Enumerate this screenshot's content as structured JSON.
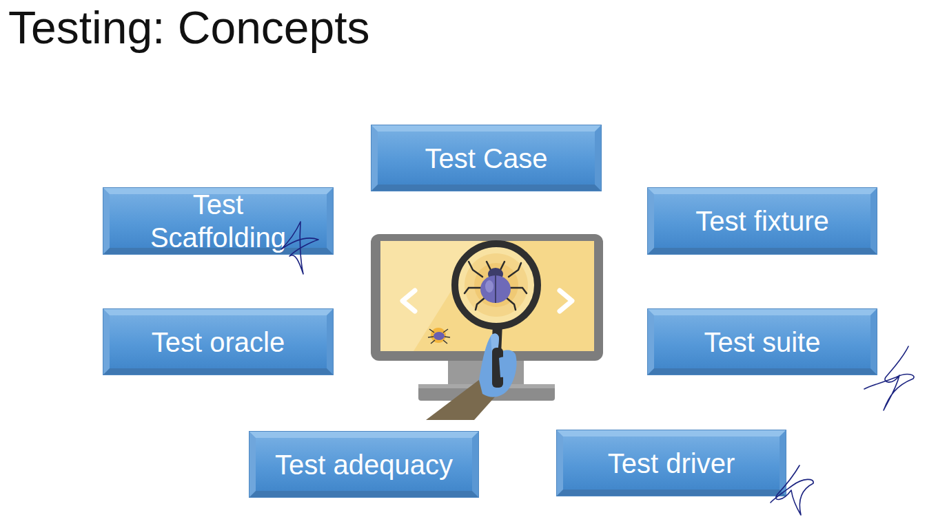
{
  "diagram": {
    "title": "Testing: Concepts",
    "nodes": [
      {
        "text": [
          "Test Case"
        ]
      },
      {
        "text": [
          "Test Scaffolding"
        ]
      },
      {
        "text": [
          "Test fixture"
        ]
      },
      {
        "text": [
          "Test oracle"
        ]
      },
      {
        "text": [
          "Test suite"
        ]
      },
      {
        "text": [
          "Test adequacy"
        ]
      },
      {
        "text": [
          "Test driver"
        ]
      }
    ]
  }
}
